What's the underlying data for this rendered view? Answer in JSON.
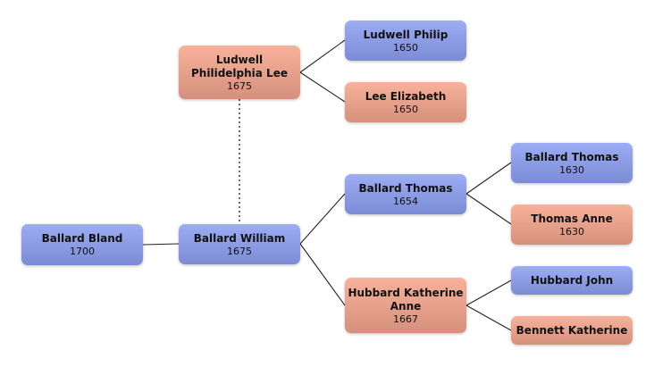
{
  "colors": {
    "male": "#8a9be4",
    "female": "#e6a08b",
    "link": "#222222"
  },
  "nodes": [
    {
      "id": "bland",
      "name": "Ballard Bland",
      "year": "1700",
      "gender": "male"
    },
    {
      "id": "william",
      "name": "Ballard William",
      "year": "1675",
      "gender": "male"
    },
    {
      "id": "ludwell_pl",
      "name": "Ludwell Philidelphia Lee",
      "year": "1675",
      "gender": "female"
    },
    {
      "id": "ludwell_philip",
      "name": "Ludwell Philip",
      "year": "1650",
      "gender": "male"
    },
    {
      "id": "lee_elizabeth",
      "name": "Lee Elizabeth",
      "year": "1650",
      "gender": "female"
    },
    {
      "id": "ballard_thomas_1654",
      "name": "Ballard Thomas",
      "year": "1654",
      "gender": "male"
    },
    {
      "id": "hubbard_katherine_anne",
      "name": "Hubbard Katherine Anne",
      "year": "1667",
      "gender": "female"
    },
    {
      "id": "ballard_thomas_1630",
      "name": "Ballard Thomas",
      "year": "1630",
      "gender": "male"
    },
    {
      "id": "thomas_anne",
      "name": "Thomas Anne",
      "year": "1630",
      "gender": "female"
    },
    {
      "id": "hubbard_john",
      "name": "Hubbard John",
      "year": "",
      "gender": "male"
    },
    {
      "id": "bennett_katherine",
      "name": "Bennett Katherine",
      "year": "",
      "gender": "female"
    }
  ]
}
